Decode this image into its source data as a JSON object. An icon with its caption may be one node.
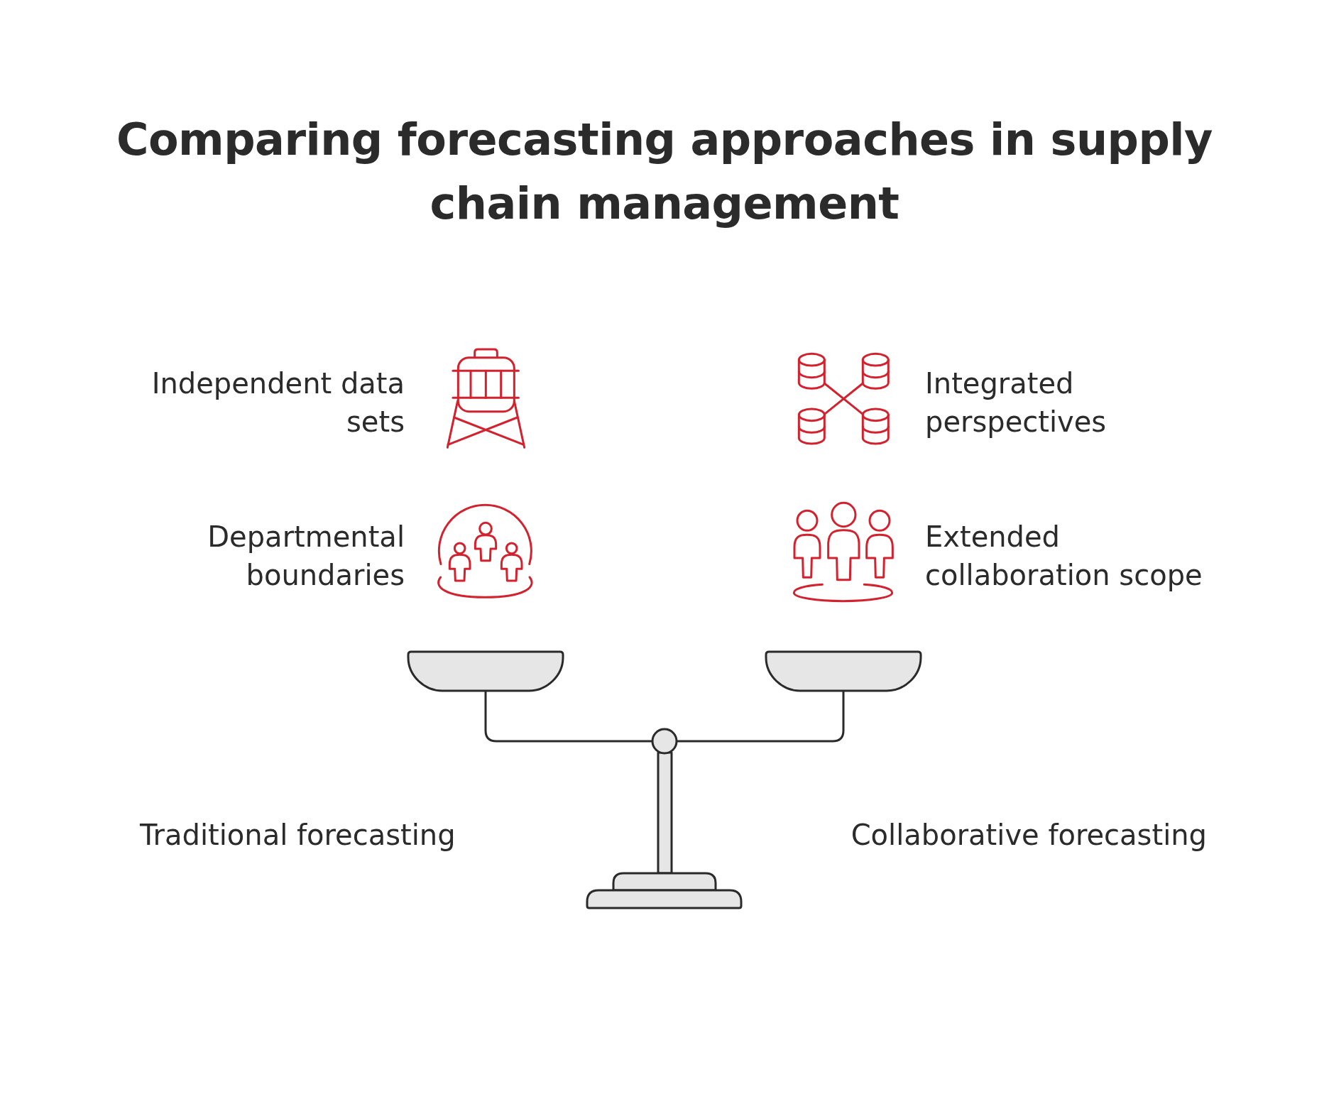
{
  "diagram": {
    "title": "Comparing forecasting approaches in supply chain management",
    "labels": [
      "Independent data sets",
      "Integrated perspectives",
      "Departmental boundaries",
      "Extended collaboration scope",
      "Traditional forecasting",
      "Collaborative forecasting"
    ]
  }
}
